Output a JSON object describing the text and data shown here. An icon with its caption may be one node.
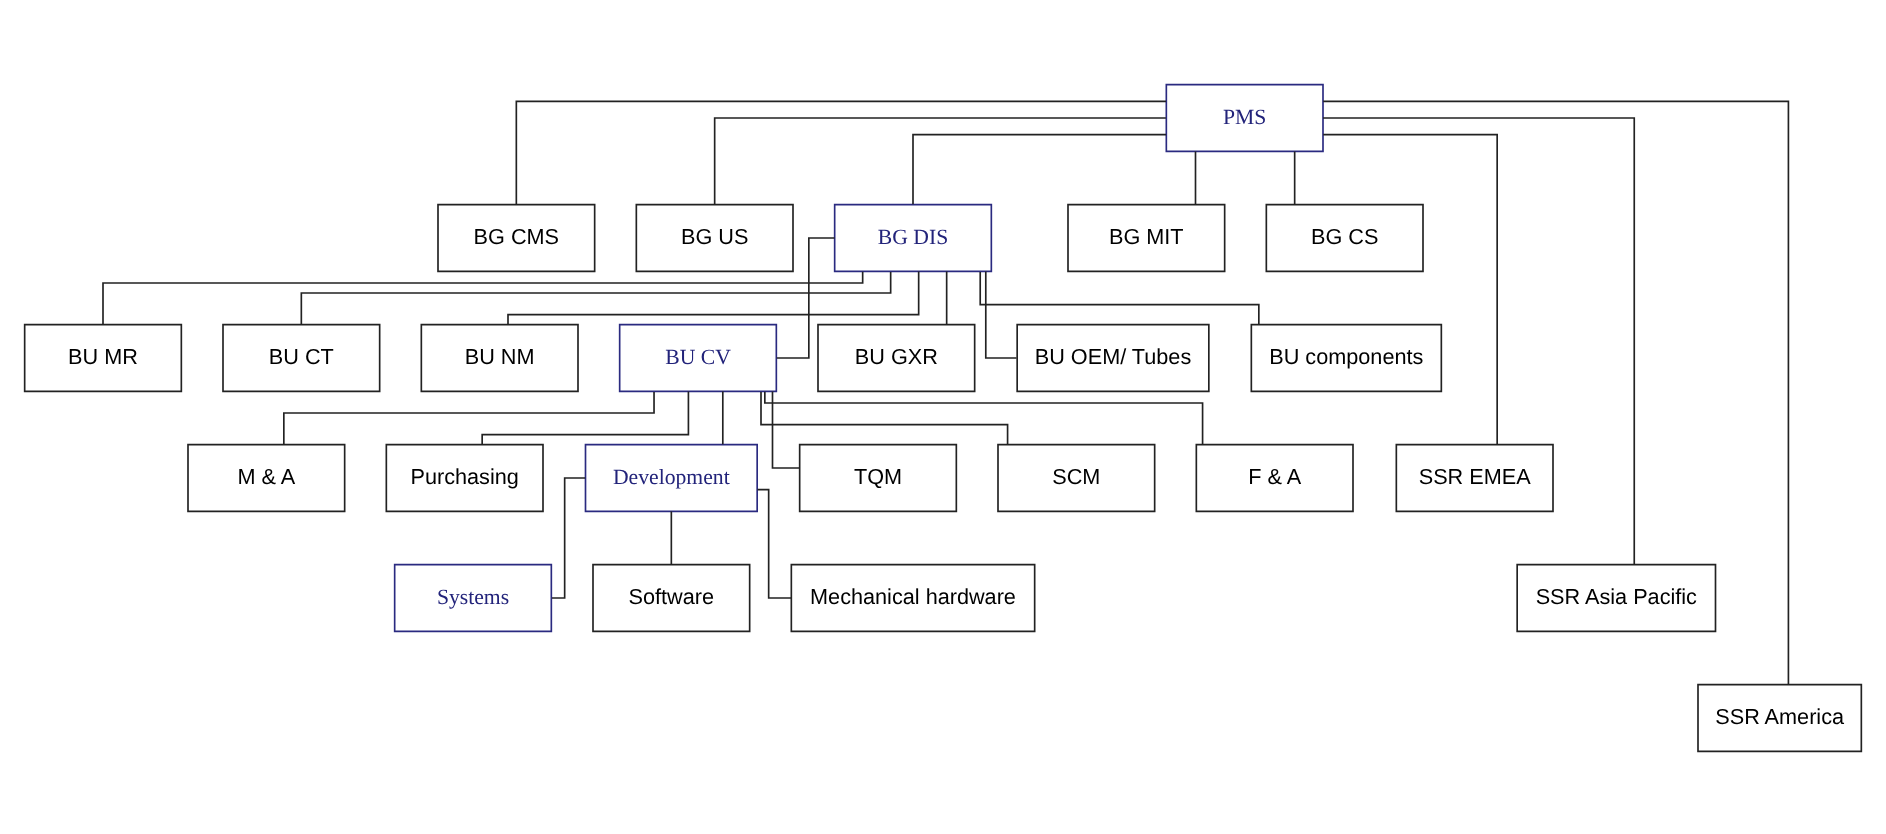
{
  "diagram": {
    "nodes": [
      {
        "text": [
          "PMS"
        ]
      },
      {
        "text": [
          "BG CMS"
        ]
      },
      {
        "text": [
          "BG US"
        ]
      },
      {
        "text": [
          "BG DIS"
        ]
      },
      {
        "text": [
          "BG MIT"
        ]
      },
      {
        "text": [
          "BG CS"
        ]
      },
      {
        "text": [
          "BU MR"
        ]
      },
      {
        "text": [
          "BU CT"
        ]
      },
      {
        "text": [
          "BU NM"
        ]
      },
      {
        "text": [
          "BU CV"
        ]
      },
      {
        "text": [
          "BU GXR"
        ]
      },
      {
        "text": [
          "BU OEM/ Tubes"
        ]
      },
      {
        "text": [
          "BU components"
        ]
      },
      {
        "text": [
          "M & A"
        ]
      },
      {
        "text": [
          "Purchasing"
        ]
      },
      {
        "text": [
          "Development"
        ]
      },
      {
        "text": [
          "TQM"
        ]
      },
      {
        "text": [
          "SCM"
        ]
      },
      {
        "text": [
          "F & A"
        ]
      },
      {
        "text": [
          "SSR EMEA"
        ]
      },
      {
        "text": [
          "Systems"
        ]
      },
      {
        "text": [
          "Software"
        ]
      },
      {
        "text": [
          "Mechanical hardware"
        ]
      },
      {
        "text": [
          "SSR Asia Pacific"
        ]
      },
      {
        "text": [
          "SSR America"
        ]
      }
    ],
    "edges": [
      {
        "from": 0,
        "to": 1,
        "arrow": "none"
      },
      {
        "from": 0,
        "to": 2,
        "arrow": "none"
      },
      {
        "from": 0,
        "to": 3,
        "arrow": "none"
      },
      {
        "from": 0,
        "to": 4,
        "arrow": "none"
      },
      {
        "from": 0,
        "to": 5,
        "arrow": "none"
      },
      {
        "from": 0,
        "to": 19,
        "arrow": "none"
      },
      {
        "from": 0,
        "to": 23,
        "arrow": "none"
      },
      {
        "from": 0,
        "to": 24,
        "arrow": "none"
      },
      {
        "from": 3,
        "to": 6,
        "arrow": "none"
      },
      {
        "from": 3,
        "to": 7,
        "arrow": "none"
      },
      {
        "from": 3,
        "to": 8,
        "arrow": "none"
      },
      {
        "from": 3,
        "to": 9,
        "arrow": "none"
      },
      {
        "from": 3,
        "to": 10,
        "arrow": "none"
      },
      {
        "from": 3,
        "to": 11,
        "arrow": "none"
      },
      {
        "from": 3,
        "to": 12,
        "arrow": "none"
      },
      {
        "from": 9,
        "to": 13,
        "arrow": "none"
      },
      {
        "from": 9,
        "to": 14,
        "arrow": "none"
      },
      {
        "from": 9,
        "to": 15,
        "arrow": "none"
      },
      {
        "from": 9,
        "to": 16,
        "arrow": "none"
      },
      {
        "from": 9,
        "to": 17,
        "arrow": "none"
      },
      {
        "from": 9,
        "to": 18,
        "arrow": "none"
      },
      {
        "from": 15,
        "to": 20,
        "arrow": "none"
      },
      {
        "from": 15,
        "to": 21,
        "arrow": "none"
      },
      {
        "from": 15,
        "to": 22,
        "arrow": "none"
      }
    ]
  }
}
